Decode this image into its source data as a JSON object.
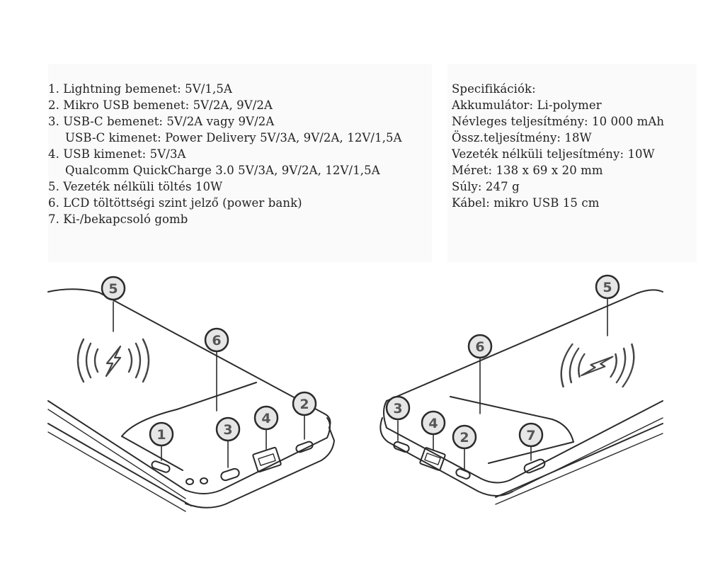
{
  "features": [
    "1. Lightning bemenet: 5V/1,5A",
    "2. Mikro USB bemenet: 5V/2A, 9V/2A",
    "3. USB-C bemenet: 5V/2A vagy 9V/2A",
    "USB-C kimenet: Power Delivery 5V/3A, 9V/2A, 12V/1,5A",
    "4. USB kimenet: 5V/3A",
    "Qualcomm QuickCharge 3.0 5V/3A, 9V/2A, 12V/1,5A",
    "5. Vezeték nélküli töltés 10W",
    "6. LCD töltöttségi szint jelző (power bank)",
    "7. Ki-/bekapcsoló gomb"
  ],
  "specs": [
    "Specifikációk:",
    "Akkumulátor: Li-polymer",
    "Névleges teljesítmény: 10 000 mAh",
    "Össz.teljesítmény: 18W",
    "Vezeték nélküli teljesítmény: 10W",
    "Méret: 138 x 69 x 20 mm",
    "Súly: 247 g",
    "Kábel: mikro USB 15 cm"
  ],
  "callouts": {
    "left": [
      "5",
      "6",
      "1",
      "3",
      "4",
      "2"
    ],
    "right": [
      "5",
      "6",
      "3",
      "4",
      "2",
      "7"
    ]
  },
  "colors": {
    "outline": "#2b2b2b",
    "badge_fill": "#e6e6e6",
    "badge_text": "#555555"
  }
}
